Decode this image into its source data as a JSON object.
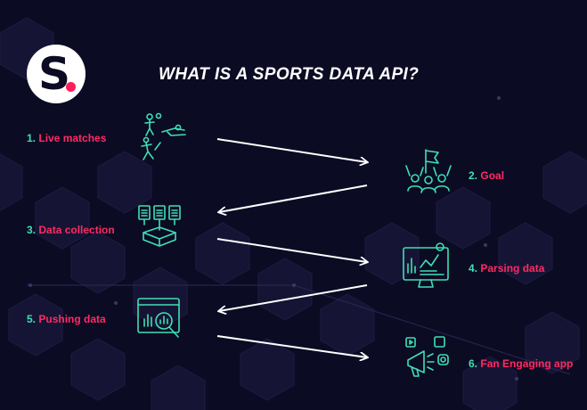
{
  "title": "WHAT IS A SPORTS DATA API?",
  "logo": {
    "letter": "S",
    "icon": "sportmonks-logo"
  },
  "colors": {
    "background": "#0c0b24",
    "number": "#3ee0b4",
    "label": "#ff2a62",
    "icon": "#3ee0b4",
    "arrow": "#ffffff"
  },
  "steps": [
    {
      "number": "1.",
      "label": "Live matches",
      "icon": "athletes-icon"
    },
    {
      "number": "2.",
      "label": "Goal",
      "icon": "cheering-crowd-icon"
    },
    {
      "number": "3.",
      "label": "Data collection",
      "icon": "data-collection-icon"
    },
    {
      "number": "4.",
      "label": "Parsing data",
      "icon": "dashboard-monitor-icon"
    },
    {
      "number": "5.",
      "label": "Pushing data",
      "icon": "data-analysis-icon"
    },
    {
      "number": "6.",
      "label": "Fan Engaging app",
      "icon": "megaphone-social-icon"
    }
  ]
}
